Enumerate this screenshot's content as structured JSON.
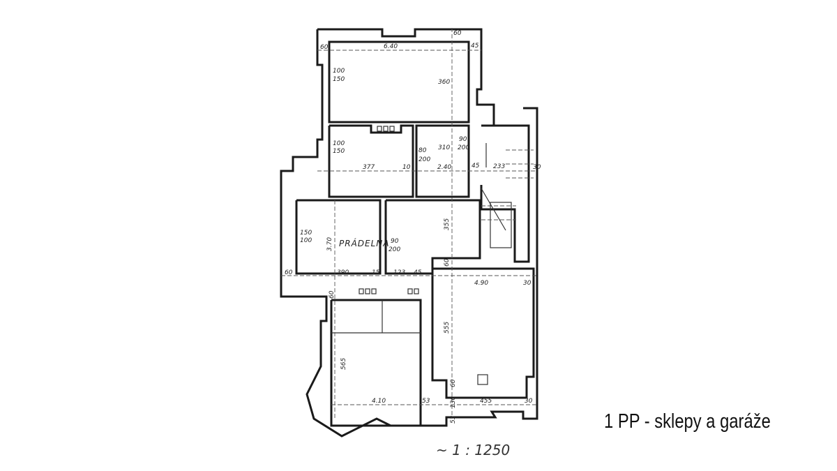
{
  "caption": "1 PP - sklepy a garáže",
  "scale": "~ 1 : 1250",
  "room_name": "PRÁDELNA",
  "dimensions": {
    "d60a": "60",
    "d640": "6.40",
    "d60b": "60",
    "d45a": "45",
    "d100a": "100",
    "d150a": "150",
    "d360": "360",
    "d100b": "100",
    "d150b": "150",
    "d377": "377",
    "d10": "10",
    "d80": "80",
    "d200a": "200",
    "d310": "310",
    "d90a": "90",
    "d200b": "200",
    "d240": "2.40",
    "d45b": "45",
    "d233": "233",
    "d30a": "30",
    "d150c": "150",
    "d100c": "100",
    "d370": "3.70",
    "d90b": "90",
    "d200c": "200",
    "d355": "355",
    "d60c": "60",
    "d390": "390",
    "d15": "15",
    "d123": "123",
    "d45c": "45",
    "d60d": "60",
    "d490": "4.90",
    "d30b": "30",
    "d60e": "60",
    "d555": "555",
    "d565": "565",
    "d410": "4.10",
    "d53a": "53",
    "d60f": "60",
    "d130": "130",
    "d455": "455",
    "d30c": "30",
    "d53b": "53"
  }
}
